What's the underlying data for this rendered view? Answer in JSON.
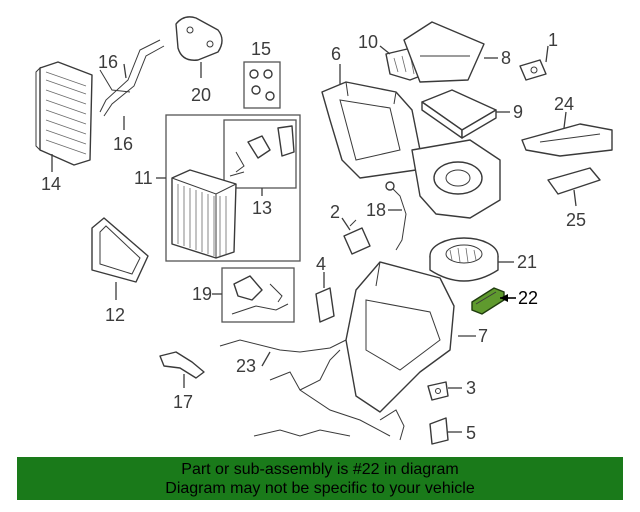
{
  "callouts": {
    "c1": "1",
    "c2": "2",
    "c3": "3",
    "c4": "4",
    "c5": "5",
    "c6": "6",
    "c7": "7",
    "c8": "8",
    "c9": "9",
    "c10": "10",
    "c11": "11",
    "c12": "12",
    "c13": "13",
    "c14": "14",
    "c15": "15",
    "c16a": "16",
    "c16b": "16",
    "c17": "17",
    "c18": "18",
    "c19": "19",
    "c20": "20",
    "c21": "21",
    "c22": "22",
    "c23": "23",
    "c24": "24",
    "c25": "25"
  },
  "highlight": {
    "part_number": "22",
    "color": "#5f9a2e"
  },
  "banner": {
    "line1": "Part or sub-assembly is #22 in diagram",
    "line2": "Diagram may not be specific to your vehicle",
    "background": "#1a7a1a"
  }
}
